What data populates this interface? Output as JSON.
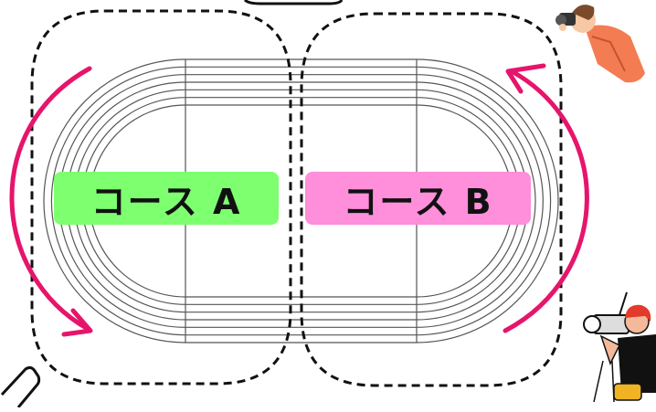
{
  "course_a": {
    "label": "コース A",
    "color": "#7dff70"
  },
  "course_b": {
    "label": "コース B",
    "color": "#ff8edb"
  },
  "arrow_color": "#e6156b",
  "track_line_color": "#555555",
  "lanes": 6,
  "icons": [
    "photographer-icon",
    "camera-operator-icon"
  ]
}
